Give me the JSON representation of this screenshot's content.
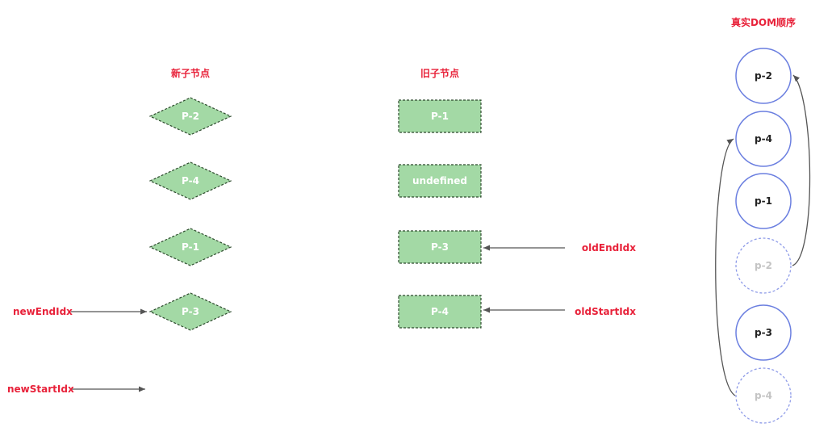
{
  "headings": {
    "new_children": "新子节点",
    "old_children": "旧子节点",
    "real_dom_order": "真实DOM顺序"
  },
  "new_children": [
    "P-2",
    "P-4",
    "P-1",
    "P-3"
  ],
  "old_children": [
    "P-1",
    "undefined",
    "P-3",
    "P-4"
  ],
  "real_dom": [
    {
      "label": "p-2",
      "faded": false
    },
    {
      "label": "p-4",
      "faded": false
    },
    {
      "label": "p-1",
      "faded": false
    },
    {
      "label": "p-2",
      "faded": true
    },
    {
      "label": "p-3",
      "faded": false
    },
    {
      "label": "p-4",
      "faded": true
    }
  ],
  "pointers": {
    "newEndIdx": "newEndIdx",
    "newStartIdx": "newStartIdx",
    "oldEndIdx": "oldEndIdx",
    "oldStartIdx": "oldStartIdx"
  },
  "colors": {
    "node_fill": "#a3d9a5",
    "node_border": "#2d4a2d",
    "circle_border": "#6b7fe0",
    "faded_circle_border": "#8e9be8",
    "arrow": "#555555",
    "heading": "#e8223a"
  }
}
